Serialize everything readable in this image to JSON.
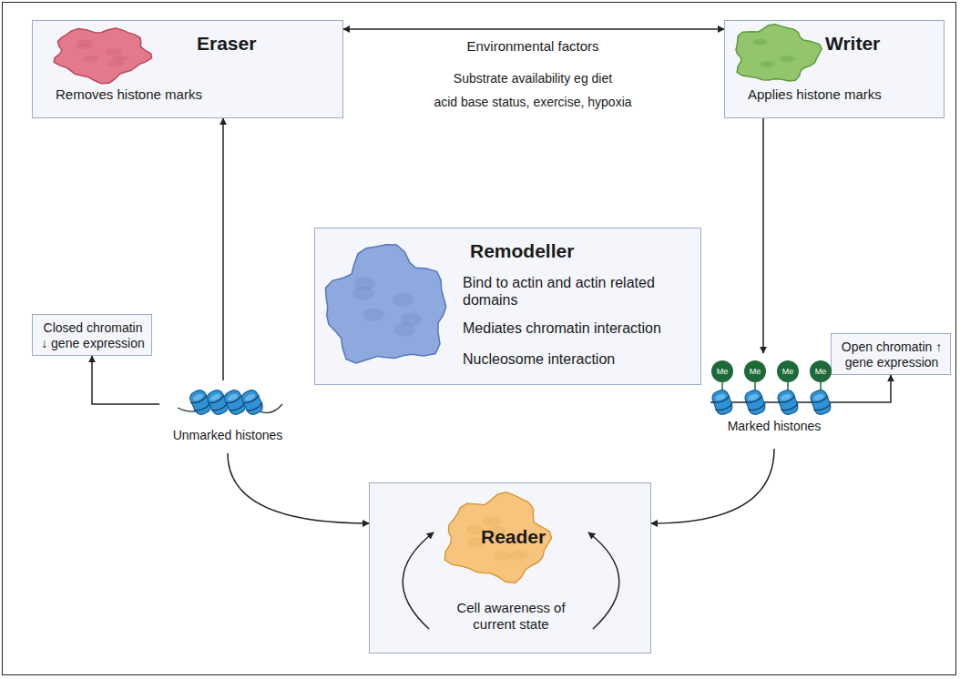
{
  "diagram": {
    "nodes": [
      {
        "text": [
          "Eraser",
          "Removes histone marks"
        ]
      },
      {
        "text": [
          "Writer",
          "Applies histone marks"
        ]
      },
      {
        "text": [
          "Remodeller",
          "Bind to actin and actin related domains",
          "Mediates chromatin interaction",
          "Nucleosome interaction"
        ]
      },
      {
        "text": [
          "Closed chromatin ↓ gene expression"
        ]
      },
      {
        "text": [
          "Open chromatin ↑ gene expression"
        ]
      },
      {
        "text": [
          "Unmarked histones"
        ]
      },
      {
        "text": [
          "Marked histones"
        ]
      },
      {
        "text": [
          "Reader",
          "Cell awareness of current state"
        ]
      }
    ],
    "edges": [
      {
        "from": 0,
        "to": 1,
        "arrow": "both"
      },
      {
        "from": 1,
        "to": 6,
        "arrow": "to"
      },
      {
        "from": 5,
        "to": 0,
        "arrow": "to"
      },
      {
        "from": 5,
        "to": 3,
        "arrow": "to"
      },
      {
        "from": 6,
        "to": 4,
        "arrow": "to"
      },
      {
        "from": 5,
        "to": 7,
        "arrow": "to"
      },
      {
        "from": 6,
        "to": 7,
        "arrow": "to"
      }
    ],
    "labels": [
      "Environmental factors",
      "Substrate availability eg diet",
      "acid base status, exercise, hypoxia",
      "Me",
      "Me",
      "Me",
      "Me"
    ]
  }
}
